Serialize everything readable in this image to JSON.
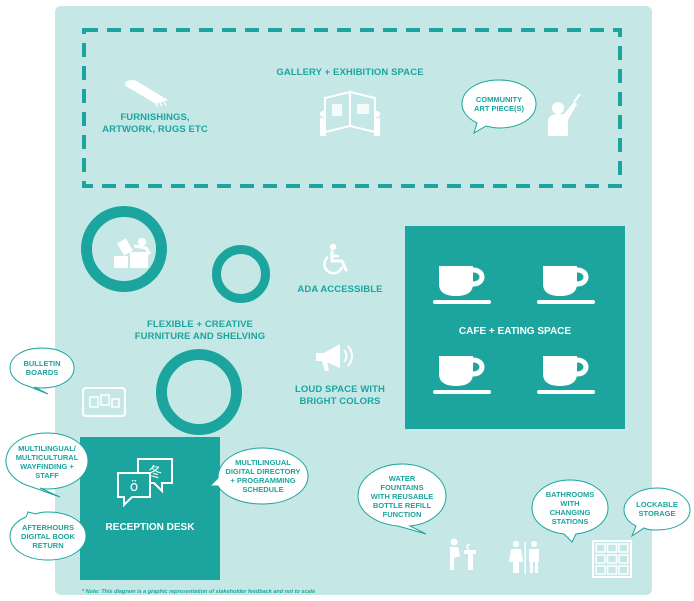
{
  "gallery": {
    "label": "GALLERY + EXHIBITION SPACE"
  },
  "furnishings": {
    "label": "FURNISHINGS,\nARTWORK, RUGS ETC"
  },
  "community_art": {
    "label": "COMMUNITY\nART PIECE(S)"
  },
  "flexible": {
    "label": "FLEXIBLE + CREATIVE\nFURNITURE AND SHELVING"
  },
  "ada": {
    "label": "ADA ACCESSIBLE"
  },
  "loud": {
    "label": "LOUD SPACE WITH\nBRIGHT COLORS"
  },
  "cafe": {
    "label": "CAFE + EATING SPACE"
  },
  "bulletin": {
    "label": "BULLETIN\nBOARDS"
  },
  "multilingual_wayfinding": {
    "label": "MULTILINGUAL/\nMULTICULTURAL\nWAYFINDING +\nSTAFF"
  },
  "reception": {
    "label": "RECEPTION DESK"
  },
  "directory": {
    "label": "MULTILINGUAL\nDIGITAL DIRECTORY\n+ PROGRAMMING\nSCHEDULE"
  },
  "afterhours": {
    "label": "AFTERHOURS\nDIGITAL BOOK\nRETURN"
  },
  "water": {
    "label": "WATER\nFOUNTAINS\nWITH REUSABLE\nBOTTLE REFILL\nFUNCTION"
  },
  "bathrooms": {
    "label": "BATHROOMS\nWITH\nCHANGING\nSTATIONS"
  },
  "lockable": {
    "label": "LOCKABLE\nSTORAGE"
  },
  "note": {
    "text": "* Note: This diagram is a graphic representation of stakeholder feedback and not to scale"
  },
  "colors": {
    "teal": "#1ba59e",
    "panel": "#c5e8e7",
    "white": "#ffffff"
  },
  "icons": [
    "rug-roll-icon",
    "gallery-viewers-icon",
    "artist-painting-icon",
    "person-on-furniture-icon",
    "wheelchair-icon",
    "megaphone-icon",
    "coffee-cup-icon",
    "bulletin-board-icon",
    "translation-speech-icon",
    "water-fountain-icon",
    "restroom-icon",
    "lockers-icon"
  ]
}
